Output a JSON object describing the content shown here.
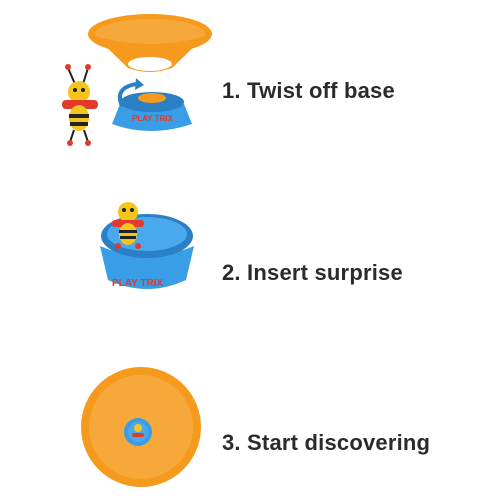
{
  "brand_logo_text": "PLAY TRIX",
  "colors": {
    "orange": "#f59a1d",
    "orange_dark": "#d97f0c",
    "blue": "#3a9ee6",
    "blue_dark": "#2b7fc4",
    "bee_yellow": "#f6c51c",
    "bee_black": "#222222",
    "bee_red": "#e23a2a",
    "text": "#2b2b2b"
  },
  "steps": [
    {
      "label": "1. Twist off base",
      "icon": "twist-off-base-illustration"
    },
    {
      "label": "2. Insert surprise",
      "icon": "insert-surprise-illustration"
    },
    {
      "label": "3. Start discovering",
      "icon": "start-discovering-illustration"
    }
  ]
}
